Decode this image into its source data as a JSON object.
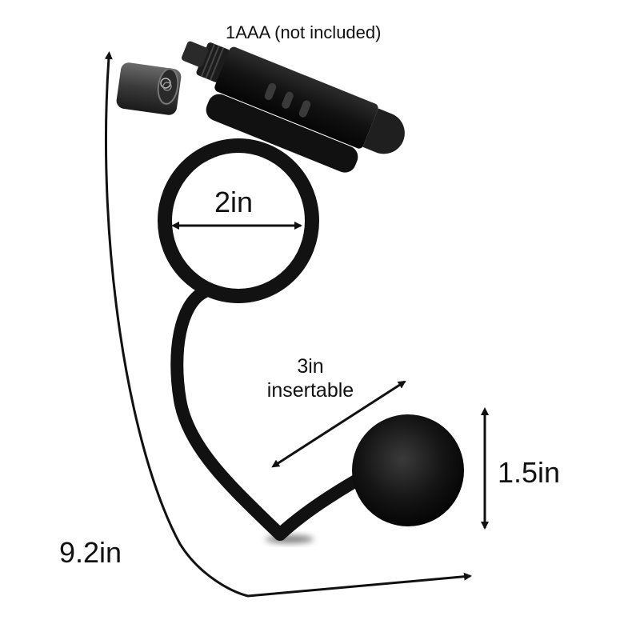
{
  "diagram": {
    "type": "product-dimension-diagram",
    "subject": "vibrating ring with attached weighted ball",
    "colors": {
      "background": "#ffffff",
      "product": "#121212",
      "annotation": "#111111"
    },
    "labels": {
      "battery": "1AAA (not included)",
      "ring_diameter": "2in",
      "insertable_length_value": "3in",
      "insertable_length_caption": "insertable",
      "ball_diameter": "1.5in",
      "total_length": "9.2in"
    },
    "measurements": [
      {
        "name": "ring_diameter",
        "value": 2,
        "unit": "in"
      },
      {
        "name": "insertable_length",
        "value": 3,
        "unit": "in"
      },
      {
        "name": "ball_diameter",
        "value": 1.5,
        "unit": "in"
      },
      {
        "name": "total_length",
        "value": 9.2,
        "unit": "in"
      }
    ]
  }
}
